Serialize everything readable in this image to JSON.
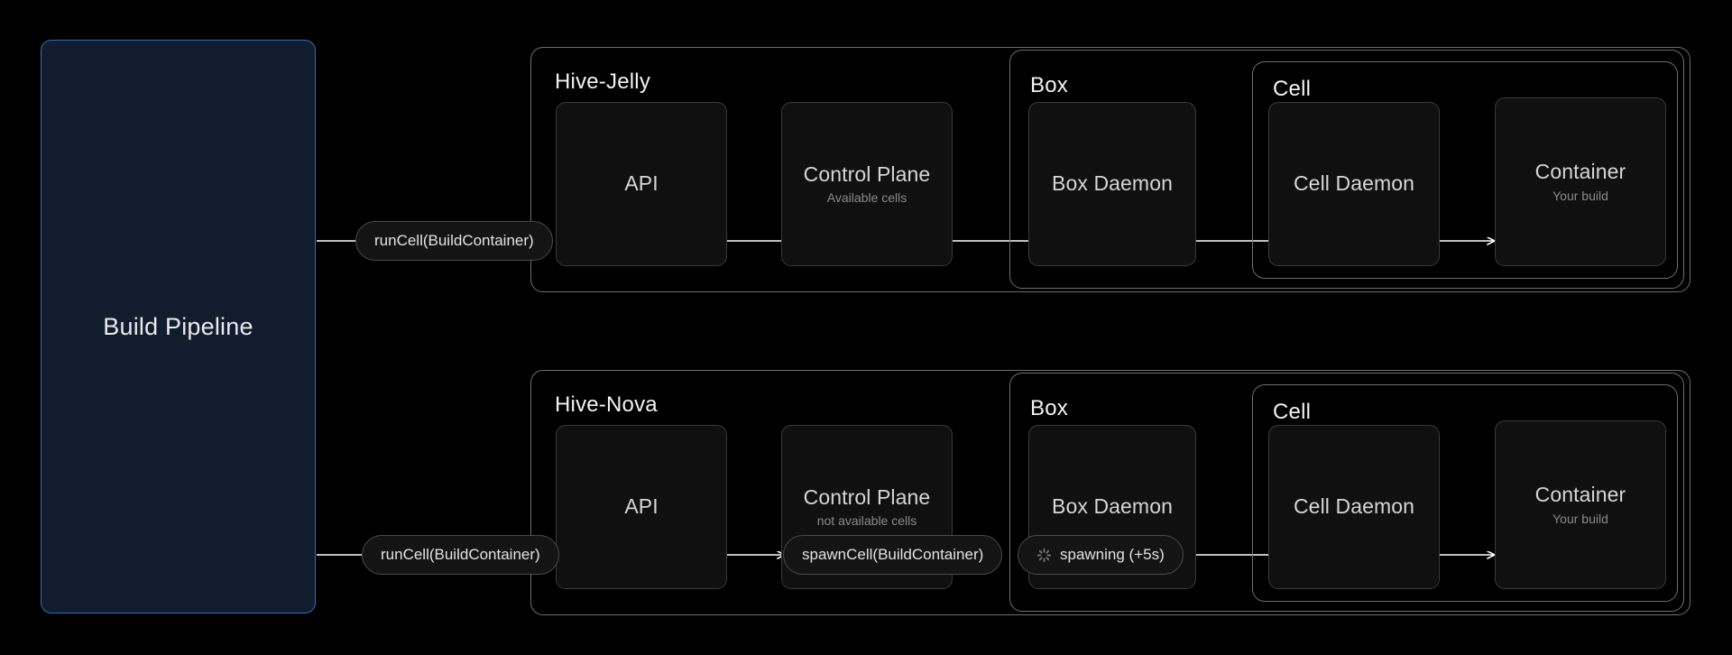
{
  "diagram": {
    "title": "Build pipeline cell scheduling",
    "background_color": "#000000",
    "accent_color": "#2f6fb5"
  },
  "pipeline": {
    "label": "Build Pipeline",
    "fill_color": "#111d2e",
    "border_color": "#2f6fb5"
  },
  "rows": [
    {
      "key": "hive_jelly",
      "group_label": "Hive-Jelly",
      "subgroups": {
        "box_label": "Box",
        "cell_label": "Cell"
      },
      "nodes": [
        {
          "title": "API",
          "sub": ""
        },
        {
          "title": "Control Plane",
          "sub": "Available cells"
        },
        {
          "title": "Box Daemon",
          "sub": ""
        },
        {
          "title": "Cell Daemon",
          "sub": ""
        },
        {
          "title": "Container",
          "sub": "Your build"
        }
      ],
      "edge_labels": [
        {
          "text": "runCell(BuildContainer)",
          "icon": ""
        }
      ]
    },
    {
      "key": "hive_nova",
      "group_label": "Hive-Nova",
      "subgroups": {
        "box_label": "Box",
        "cell_label": "Cell"
      },
      "nodes": [
        {
          "title": "API",
          "sub": ""
        },
        {
          "title": "Control Plane",
          "sub": "not available cells"
        },
        {
          "title": "Box Daemon",
          "sub": ""
        },
        {
          "title": "Cell Daemon",
          "sub": ""
        },
        {
          "title": "Container",
          "sub": "Your build"
        }
      ],
      "edge_labels": [
        {
          "text": "runCell(BuildContainer)",
          "icon": ""
        },
        {
          "text": "spawnCell(BuildContainer)",
          "icon": ""
        },
        {
          "text": "spawning (+5s)",
          "icon": "spinner-icon"
        }
      ]
    }
  ]
}
